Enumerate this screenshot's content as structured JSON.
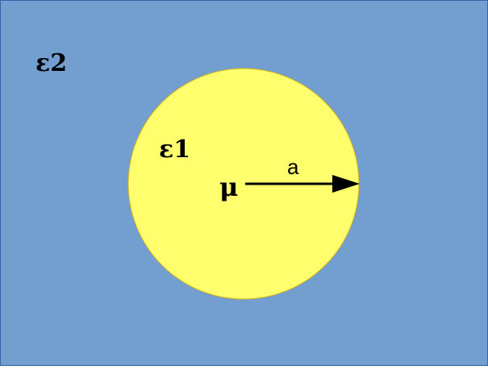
{
  "diagram": {
    "outer_medium_label": "ε2",
    "inner_medium_label": "ε1",
    "center_label": "μ",
    "radius_label": "a"
  },
  "colors": {
    "outer_medium": "#729fcf",
    "outer_border": "#3465a4",
    "sphere_fill": "#ffff6d",
    "sphere_border": "#d4b21a",
    "arrow": "#000000",
    "text": "#000000"
  }
}
